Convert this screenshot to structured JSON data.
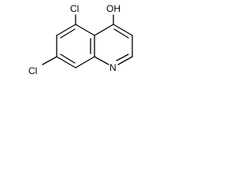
{
  "labels": {
    "oh": "OH",
    "cl5": "Cl",
    "cl7": "Cl",
    "n": "N"
  },
  "colors": {
    "line": "#000000",
    "background": "#ffffff"
  }
}
